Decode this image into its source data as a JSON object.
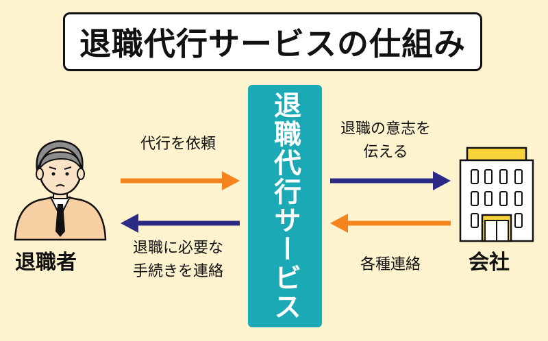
{
  "title": "退職代行サービスの仕組み",
  "center": {
    "label": "退職代行サービス"
  },
  "left": {
    "actor_label": "退職者",
    "request_label": "代行を依頼",
    "return_label_line1": "退職に必要な",
    "return_label_line2": "手続きを連絡"
  },
  "right": {
    "actor_label": "会社",
    "convey_label_line1": "退職の意志を",
    "convey_label_line2": "伝える",
    "contact_label": "各種連絡"
  },
  "colors": {
    "background": "#fdf3cf",
    "center_box": "#1aa9b5",
    "arrow_orange": "#f5841f",
    "arrow_navy": "#2b2a84"
  }
}
